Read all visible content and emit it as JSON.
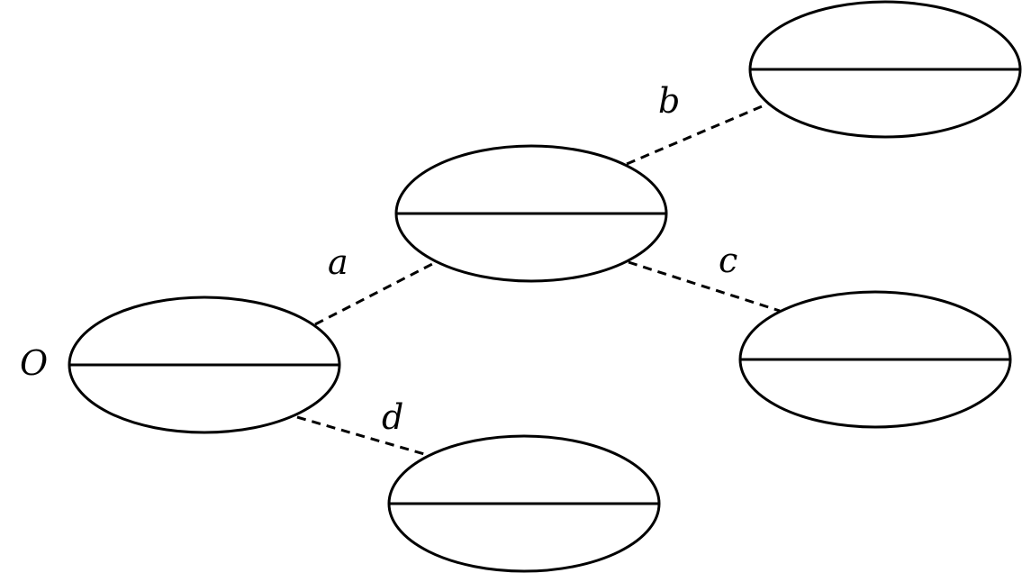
{
  "diagram": {
    "origin_label": "O",
    "edges": [
      {
        "id": "a",
        "label": "a"
      },
      {
        "id": "b",
        "label": "b"
      },
      {
        "id": "c",
        "label": "c"
      },
      {
        "id": "d",
        "label": "d"
      }
    ]
  },
  "colors": {
    "stroke": "#000000",
    "background": "#ffffff"
  }
}
